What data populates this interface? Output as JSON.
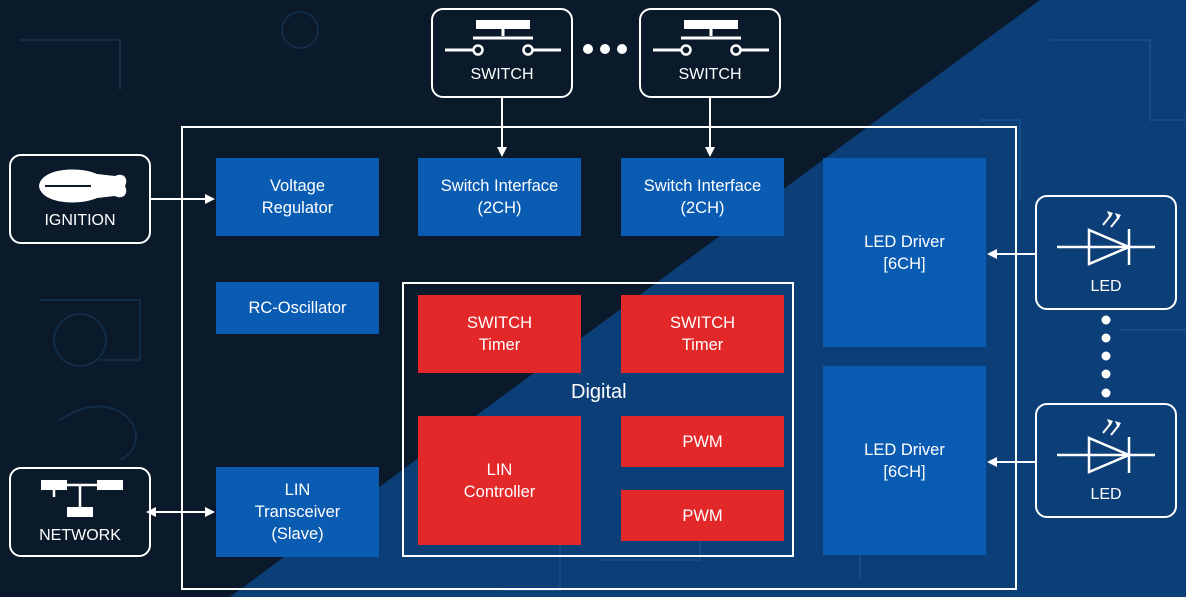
{
  "colors": {
    "background_dark": "#0b1a2b",
    "background_blue": "#0c3f78",
    "block_blue": "#0a5cb3",
    "block_red": "#e3282a",
    "line": "#ffffff"
  },
  "external": {
    "switch_1": {
      "label": "SWITCH",
      "icon": "push-switch-icon"
    },
    "switch_2": {
      "label": "SWITCH",
      "icon": "push-switch-icon"
    },
    "ignition": {
      "label": "IGNITION",
      "icon": "ignition-key-icon"
    },
    "network": {
      "label": "NETWORK",
      "icon": "network-tree-icon"
    },
    "led_1": {
      "label": "LED",
      "icon": "led-diode-icon"
    },
    "led_2": {
      "label": "LED",
      "icon": "led-diode-icon"
    }
  },
  "blocks": {
    "voltage_regulator": "Voltage\nRegulator",
    "switch_interface_1": "Switch Interface\n(2CH)",
    "switch_interface_2": "Switch Interface\n(2CH)",
    "rc_oscillator": "RC-Oscillator",
    "lin_transceiver": "LIN\nTransceiver\n(Slave)",
    "led_driver_1": "LED Driver\n[6CH]",
    "led_driver_2": "LED Driver\n[6CH]"
  },
  "digital": {
    "title": "Digital",
    "switch_timer_1": "SWITCH\nTimer",
    "switch_timer_2": "SWITCH\nTimer",
    "lin_controller": "LIN\nController",
    "pwm_1": "PWM",
    "pwm_2": "PWM"
  }
}
